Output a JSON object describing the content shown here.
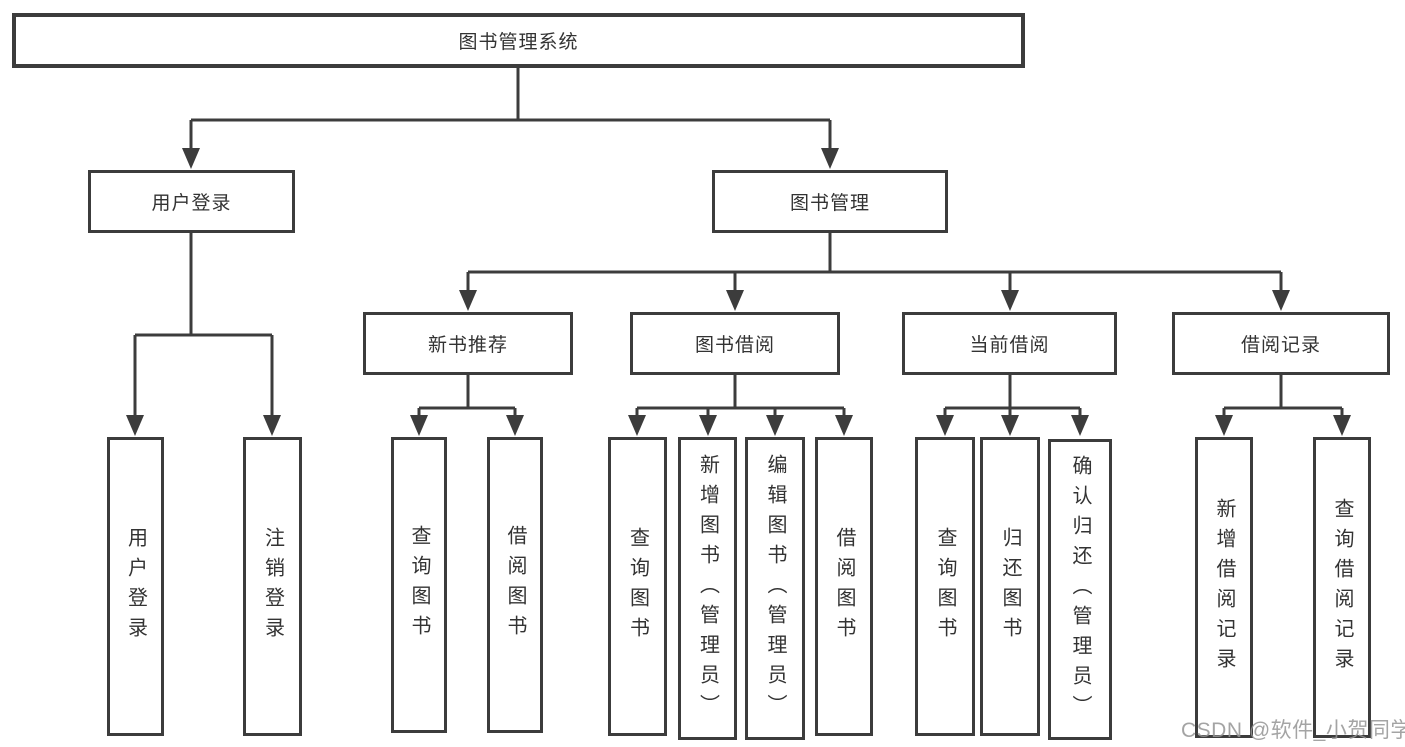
{
  "diagram": {
    "type": "tree",
    "title": "图书管理系统",
    "colors": {
      "line": "#3c3c3c",
      "text": "#333333",
      "watermark": "#949494"
    },
    "nodes": {
      "root": {
        "label": "图书管理系统"
      },
      "level2": [
        {
          "label": "用户登录",
          "parent": "图书管理系统"
        },
        {
          "label": "图书管理",
          "parent": "图书管理系统"
        }
      ],
      "level3": [
        {
          "label": "新书推荐",
          "parent": "图书管理"
        },
        {
          "label": "图书借阅",
          "parent": "图书管理"
        },
        {
          "label": "当前借阅",
          "parent": "图书管理"
        },
        {
          "label": "借阅记录",
          "parent": "图书管理"
        }
      ],
      "leaves": [
        {
          "label": "用户登录",
          "parent": "用户登录"
        },
        {
          "label": "注销登录",
          "parent": "用户登录"
        },
        {
          "label": "查询图书",
          "parent": "新书推荐"
        },
        {
          "label": "借阅图书",
          "parent": "新书推荐"
        },
        {
          "label": "查询图书",
          "parent": "图书借阅"
        },
        {
          "label": "新增图书（管理员）",
          "parent": "图书借阅"
        },
        {
          "label": "编辑图书（管理员）",
          "parent": "图书借阅"
        },
        {
          "label": "借阅图书",
          "parent": "图书借阅"
        },
        {
          "label": "查询图书",
          "parent": "当前借阅"
        },
        {
          "label": "归还图书",
          "parent": "当前借阅"
        },
        {
          "label": "确认归还（管理员）",
          "parent": "当前借阅"
        },
        {
          "label": "新增借阅记录",
          "parent": "借阅记录"
        },
        {
          "label": "查询借阅记录",
          "parent": "借阅记录"
        }
      ]
    }
  },
  "watermark": {
    "text": "CSDN @软件_小贺同学"
  }
}
